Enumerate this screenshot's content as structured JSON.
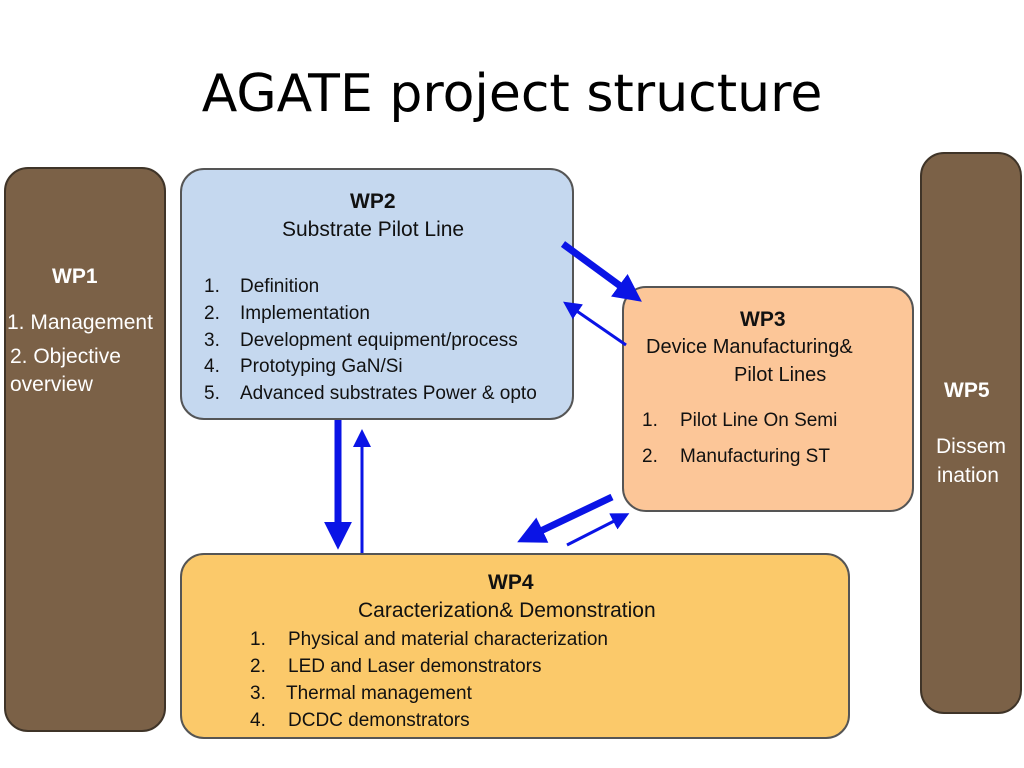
{
  "slide": {
    "title": "AGATE project structure"
  },
  "wp1": {
    "heading": "WP1",
    "items": [
      "1. Management",
      "2. Objective",
      "overview"
    ]
  },
  "wp2": {
    "heading": "WP2",
    "subtitle": "Substrate Pilot Line",
    "items": [
      {
        "num": "1.",
        "text": "Definition"
      },
      {
        "num": "2.",
        "text": "Implementation"
      },
      {
        "num": "3.",
        "text": "Development equipment/process"
      },
      {
        "num": "4.",
        "text": "Prototyping GaN/Si"
      },
      {
        "num": "5.",
        "text": "Advanced substrates Power & opto"
      }
    ]
  },
  "wp3": {
    "heading": "WP3",
    "subtitle_line1": "Device  Manufacturing&",
    "subtitle_line2": "Pilot Lines",
    "items": [
      {
        "num": "1.",
        "text": "Pilot Line On Semi"
      },
      {
        "num": "2.",
        "text": "Manufacturing ST"
      }
    ]
  },
  "wp4": {
    "heading": "WP4",
    "subtitle": "Caracterization& Demonstration",
    "items": [
      {
        "num": "1.",
        "text": "Physical and material characterization"
      },
      {
        "num": "2.",
        "text": "LED and Laser demonstrators"
      },
      {
        "num": "3.",
        "text": "Thermal management"
      },
      {
        "num": "4.",
        "text": "DCDC demonstrators"
      }
    ]
  },
  "wp5": {
    "heading": "WP5",
    "text_line1": "Dissem",
    "text_line2": "ination"
  },
  "colors": {
    "wp_side": "#7b6147",
    "wp2_fill": "#c5d8ef",
    "wp3_fill": "#fcc698",
    "wp4_fill": "#fbc96a",
    "arrow": "#0a14e6"
  }
}
